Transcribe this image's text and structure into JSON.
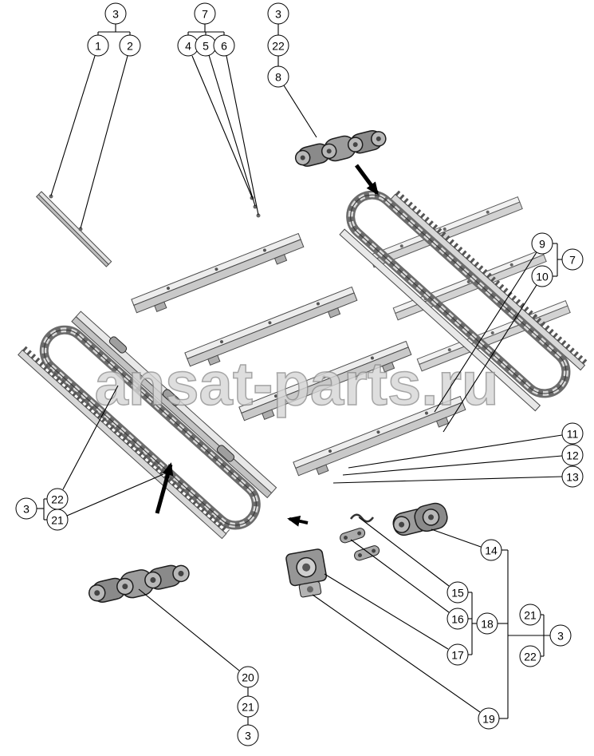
{
  "diagram": {
    "watermark": "ansat-parts.ru",
    "colors": {
      "line": "#000000",
      "watermark_fill": "#d6d6d6"
    },
    "callouts": [
      {
        "label": "3"
      },
      {
        "label": "1"
      },
      {
        "label": "2"
      },
      {
        "label": "7"
      },
      {
        "label": "4"
      },
      {
        "label": "5"
      },
      {
        "label": "6"
      },
      {
        "label": "3"
      },
      {
        "label": "22"
      },
      {
        "label": "8"
      },
      {
        "label": "9"
      },
      {
        "label": "7"
      },
      {
        "label": "10"
      },
      {
        "label": "11"
      },
      {
        "label": "12"
      },
      {
        "label": "13"
      },
      {
        "label": "14"
      },
      {
        "label": "15"
      },
      {
        "label": "16"
      },
      {
        "label": "18"
      },
      {
        "label": "17"
      },
      {
        "label": "21"
      },
      {
        "label": "3"
      },
      {
        "label": "22"
      },
      {
        "label": "19"
      },
      {
        "label": "3"
      },
      {
        "label": "22"
      },
      {
        "label": "21"
      },
      {
        "label": "20"
      },
      {
        "label": "21"
      },
      {
        "label": "3"
      }
    ]
  }
}
